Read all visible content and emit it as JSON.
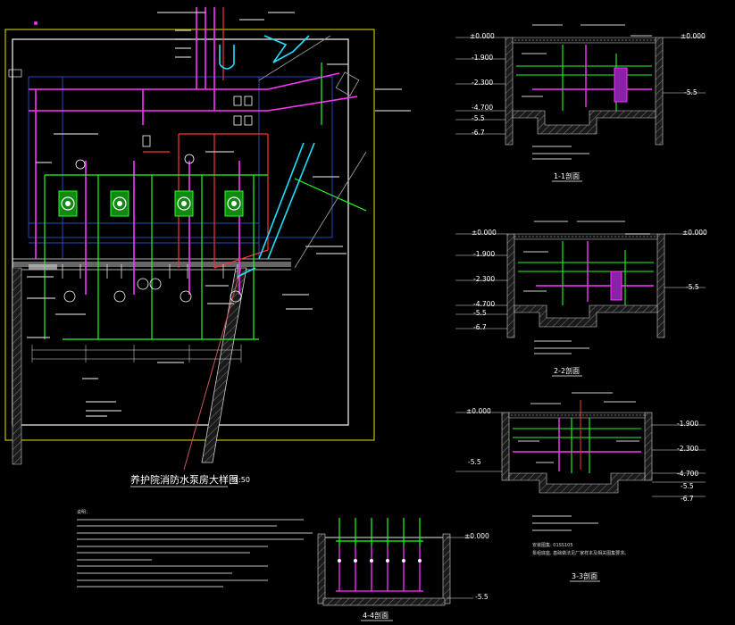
{
  "title": {
    "main": "养护院消防水泵房大样图",
    "scale": "1:50"
  },
  "sections": [
    {
      "id": "1-1",
      "label": "1-1剖面",
      "levels": {
        "left": [
          "±0.000",
          "-1.900",
          "-2.300",
          "-4.700",
          "-5.5",
          "-6.7"
        ],
        "right": [
          "±0.000",
          "-5.5"
        ]
      }
    },
    {
      "id": "2-2",
      "label": "2-2剖面",
      "levels": {
        "left": [
          "±0.000",
          "-1.900",
          "-2.300",
          "-4.700",
          "-5.5",
          "-6.7"
        ],
        "right": [
          "±0.000",
          "-5.5"
        ]
      }
    },
    {
      "id": "3-3",
      "label": "3-3剖面",
      "levels": {
        "left": [
          "±0.000",
          "-5.5"
        ],
        "right": [
          "-1.900",
          "-2.300",
          "-4.700",
          "-5.5",
          "-6.7"
        ]
      }
    },
    {
      "id": "4-4",
      "label": "4-4剖面",
      "levels": {
        "right": [
          "±0.000",
          "-5.5"
        ]
      }
    }
  ],
  "notes": {
    "heading": "说明：",
    "atlas": "安装图集: 01SS105",
    "remark": "泵组底座, 基础做法见厂家样本及相关图集要求。"
  },
  "colors": {
    "background": "#000000",
    "frame": "#e6e600",
    "wall": "#e8e8e8",
    "pipe_green": "#22ff22",
    "pipe_magenta": "#ff33ff",
    "pipe_red": "#ff3333",
    "pipe_cyan": "#22e0ff",
    "pipe_blue": "#3366ff",
    "hatch_gray": "#8a8a8a"
  }
}
